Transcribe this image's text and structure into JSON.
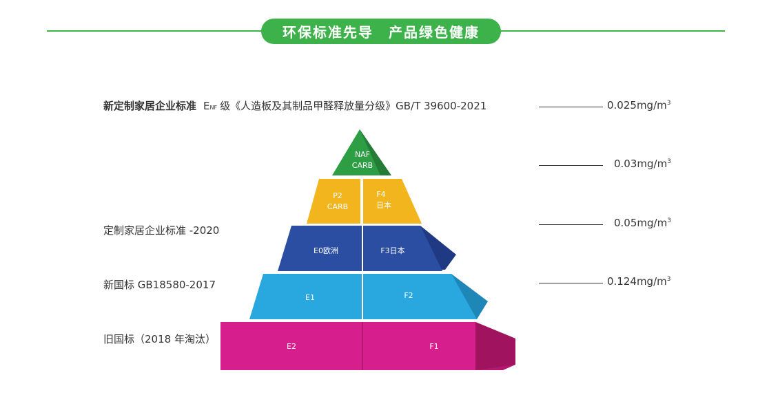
{
  "header": {
    "title": "环保标准先导　产品绿色健康",
    "accent_color": "#3db24a"
  },
  "standard_line": {
    "bold_label": "新定制家居企业标准",
    "grade_letter": "E",
    "grade_subscript": "NF",
    "grade_text": "级《人造板及其制品甲醛释放量分级》GB/T 39600-2021"
  },
  "left_labels": [
    "定制家居企业标准 -2020",
    "新国标 GB18580-2017",
    "旧国标（2018 年淘汰）"
  ],
  "values": [
    {
      "text": "0.025mg/m",
      "sup": "3"
    },
    {
      "text": "0.03mg/m",
      "sup": "3"
    },
    {
      "text": "0.05mg/m",
      "sup": "3"
    },
    {
      "text": "0.124mg/m",
      "sup": "3"
    }
  ],
  "pyramid": {
    "tier1": {
      "line1": "NAF",
      "line2": "CARB",
      "color": "#2e9e45"
    },
    "tier2": {
      "left_line1": "P2",
      "left_line2": "CARB",
      "right_line1": "F4",
      "right_line2": "日本",
      "color": "#f2b51d"
    },
    "tier3": {
      "left": "E0欧洲",
      "right": "F3日本",
      "color": "#2b4ea3"
    },
    "tier4": {
      "left": "E1",
      "right": "F2",
      "color": "#29a8e0"
    },
    "tier5": {
      "left": "E2",
      "right": "F1",
      "color": "#d61f8c"
    }
  }
}
